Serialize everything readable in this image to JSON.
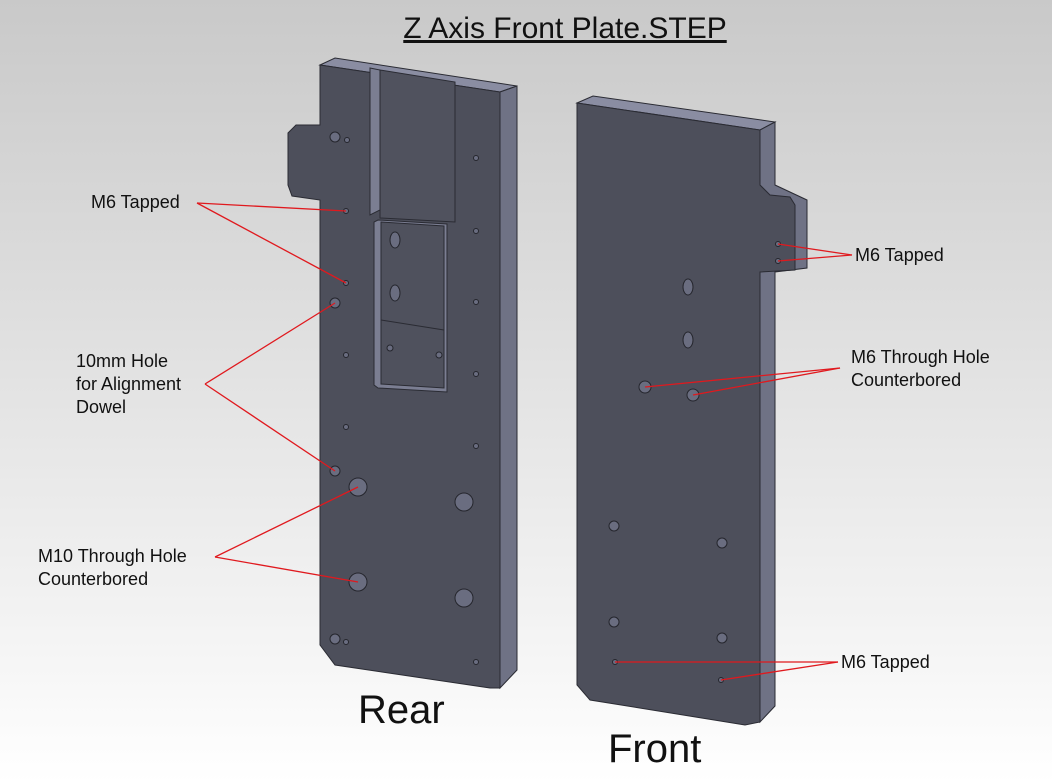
{
  "title": "Z Axis Front Plate.STEP",
  "views": {
    "rear": "Rear",
    "front": "Front"
  },
  "labels": {
    "rear_m6": "M6 Tapped",
    "rear_dowel": "10mm Hole\nfor Alignment\nDowel",
    "rear_m10": "M10 Through Hole\nCounterbored",
    "front_m6_top": "M6 Tapped",
    "front_m6_through": "M6 Through Hole\nCounterbored",
    "front_m6_bottom": "M6 Tapped"
  },
  "colors": {
    "face": "#4d4f5b",
    "edge": "#7b7e92",
    "leader": "#e0191e"
  }
}
